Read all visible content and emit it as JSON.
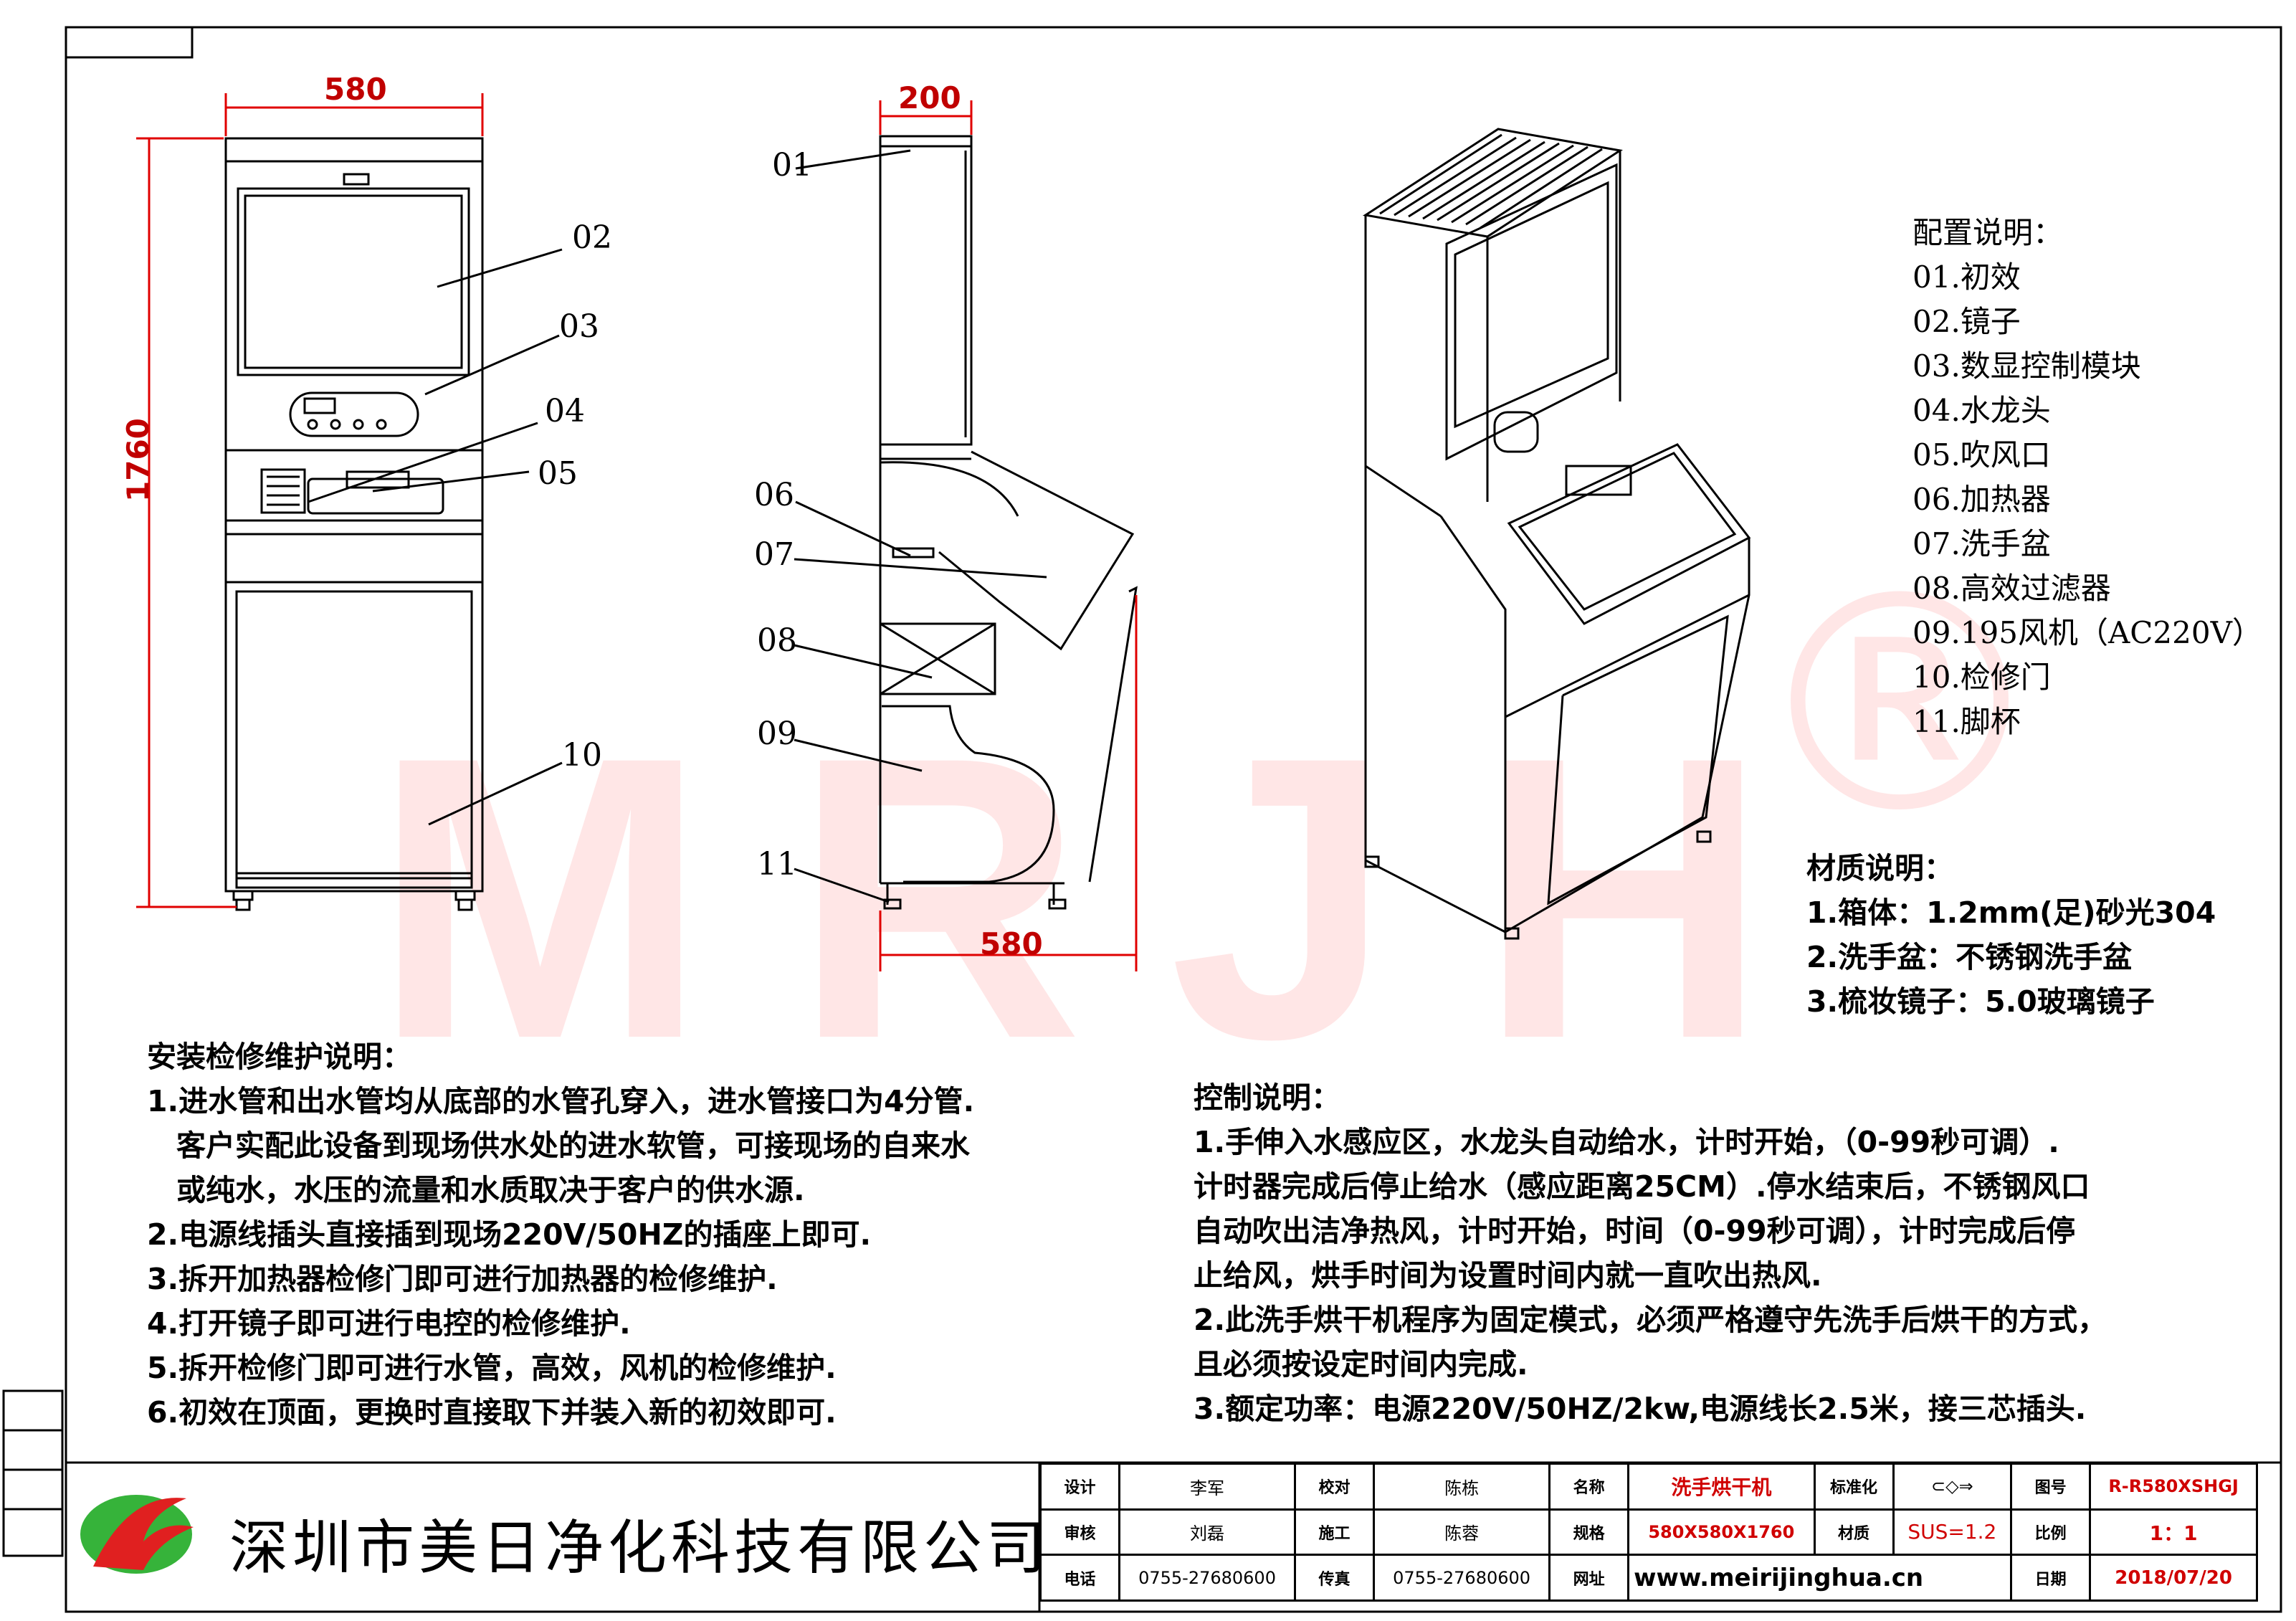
{
  "dimensions": {
    "front_width": "580",
    "height": "1760",
    "side_depth_top": "200",
    "side_depth_bottom": "580"
  },
  "callouts": {
    "front": [
      "02",
      "03",
      "04",
      "05",
      "10"
    ],
    "side": [
      "01",
      "06",
      "07",
      "08",
      "09",
      "11"
    ]
  },
  "watermark": {
    "text": "MRJH",
    "mark": "®",
    "color": "#ff6b6b"
  },
  "config": {
    "title": "配置说明：",
    "items": [
      "01.初效",
      "02.镜子",
      "03.数显控制模块",
      "04.水龙头",
      "05.吹风口",
      "06.加热器",
      "07.洗手盆",
      "08.高效过滤器",
      "09.195风机（AC220V）",
      "10.检修门",
      "11.脚杯"
    ]
  },
  "material": {
    "title": "材质说明：",
    "items": [
      "1.箱体：1.2mm(足)砂光304",
      "2.洗手盆：不锈钢洗手盆",
      "3.梳妆镜子：5.0玻璃镜子"
    ]
  },
  "install": {
    "title": "安装检修维护说明：",
    "lines": [
      "1.进水管和出水管均从底部的水管孔穿入，进水管接口为4分管.",
      "　客户实配此设备到现场供水处的进水软管，可接现场的自来水",
      "　或纯水，水压的流量和水质取决于客户的供水源.",
      "2.电源线插头直接插到现场220V/50HZ的插座上即可.",
      "3.拆开加热器检修门即可进行加热器的检修维护.",
      "4.打开镜子即可进行电控的检修维护.",
      "5.拆开检修门即可进行水管，高效，风机的检修维护.",
      "6.初效在顶面，更换时直接取下并装入新的初效即可."
    ]
  },
  "control": {
    "title": "控制说明：",
    "lines": [
      "1.手伸入水感应区，水龙头自动给水，计时开始，（0-99秒可调）.",
      "计时器完成后停止给水（感应距离25CM）.停水结束后，不锈钢风口",
      "自动吹出洁净热风，计时开始，时间（0-99秒可调），计时完成后停",
      "止给风，烘手时间为设置时间内就一直吹出热风.",
      "2.此洗手烘干机程序为固定模式，必须严格遵守先洗手后烘干的方式，",
      "且必须按设定时间内完成.",
      "3.额定功率：电源220V/50HZ/2kw,电源线长2.5米，接三芯插头."
    ]
  },
  "company": "深圳市美日净化科技有限公司",
  "titleblock": {
    "row1": {
      "l1": "设计",
      "v1": "李军",
      "l2": "校对",
      "v2": "陈栋",
      "l3": "名称",
      "v3": "洗手烘干机",
      "l4": "标准化",
      "v4": "",
      "l5": "图号",
      "v5": "R-R580XSHGJ"
    },
    "row2": {
      "l1": "审核",
      "v1": "刘磊",
      "l2": "施工",
      "v2": "陈蓉",
      "l3": "规格",
      "v3": "580X580X1760",
      "l4": "材质",
      "v4": "SUS=1.2",
      "l5": "比例",
      "v5": "1：1"
    },
    "row3": {
      "l1": "电话",
      "v1": "0755-27680600",
      "l2": "传真",
      "v2": "0755-27680600",
      "l3": "网址",
      "v3": "www.meirijinghua.cn",
      "l5": "日期",
      "v5": "2018/07/20"
    }
  }
}
